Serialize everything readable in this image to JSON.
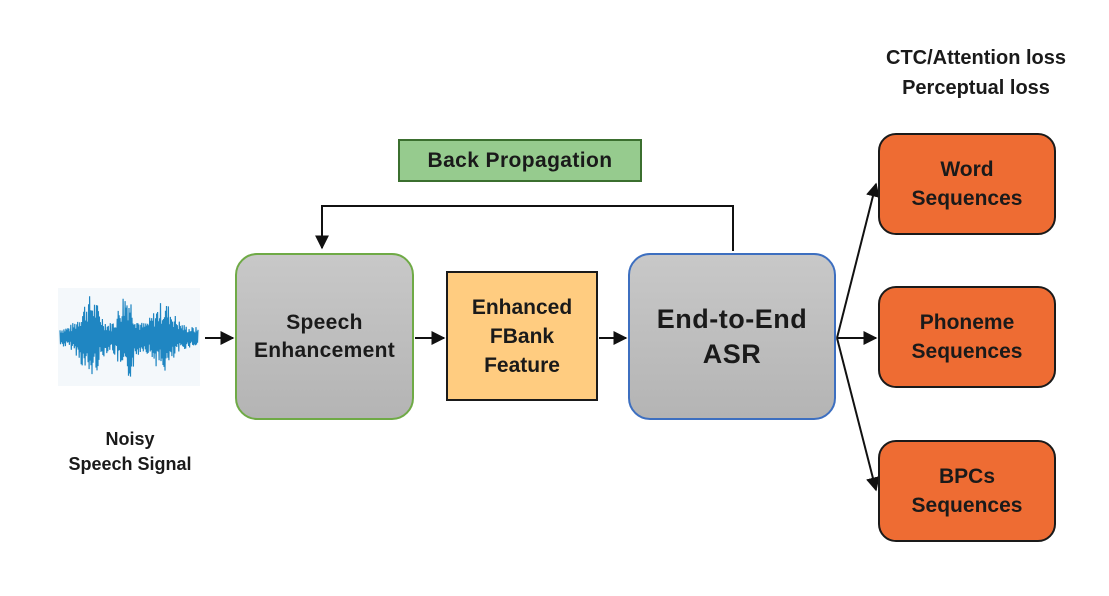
{
  "nodes": {
    "speech_enhancement": {
      "lines": [
        "Speech",
        "Enhancement"
      ]
    },
    "fbank": {
      "lines": [
        "Enhanced",
        "FBank",
        "Feature"
      ]
    },
    "asr": {
      "lines": [
        "End-to-End",
        "ASR"
      ]
    },
    "word": {
      "lines": [
        "Word",
        "Sequences"
      ]
    },
    "phoneme": {
      "lines": [
        "Phoneme",
        "Sequences"
      ]
    },
    "bpcs": {
      "lines": [
        "BPCs",
        "Sequences"
      ]
    }
  },
  "back_propagation": "Back Propagation",
  "input_label": [
    "Noisy",
    "Speech Signal"
  ],
  "loss_labels": [
    "CTC/Attention loss",
    "Perceptual loss"
  ],
  "colors": {
    "waveform": "#1f86c2",
    "output_fill": "#ee6c33",
    "fbank_fill": "#ffcc80",
    "backprop_fill": "#96cb8e",
    "block_fill": "#bfbfbf",
    "se_border": "#6faa46",
    "asr_border": "#3d6fc0"
  },
  "icons": [
    "waveform-icon",
    "arrow-head-icon"
  ]
}
